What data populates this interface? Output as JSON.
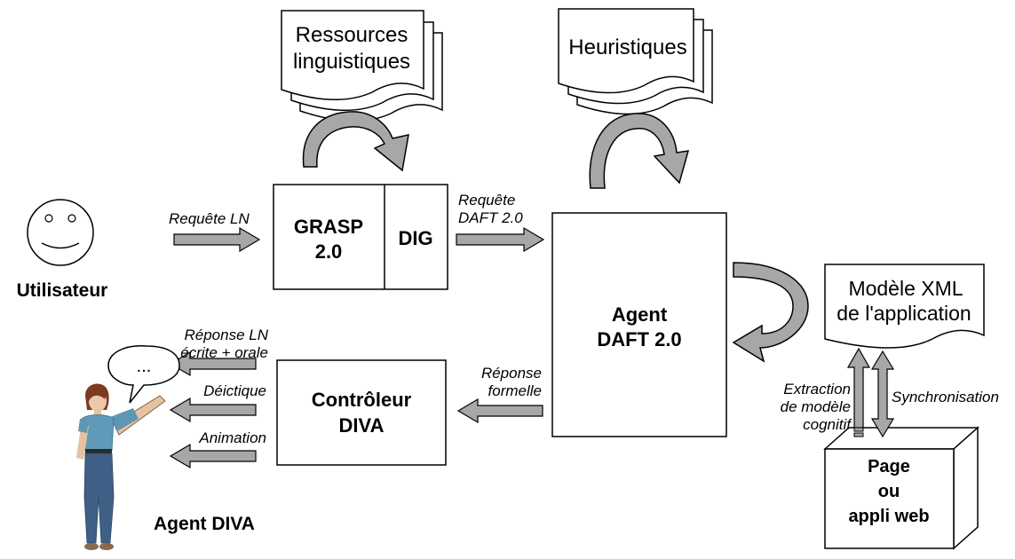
{
  "docs": {
    "ressources": [
      "Ressources",
      "linguistiques"
    ],
    "heuristiques": "Heuristiques",
    "modele": [
      "Modèle XML",
      "de l'application"
    ]
  },
  "grasp": [
    "GRASP",
    "2.0"
  ],
  "dig": "DIG",
  "agent_daft": [
    "Agent",
    "DAFT 2.0"
  ],
  "controleur": [
    "Contrôleur",
    "DIVA"
  ],
  "page": [
    "Page",
    "ou",
    "appli web"
  ],
  "utilisateur": "Utilisateur",
  "agent_diva": "Agent DIVA",
  "speech": "...",
  "labels": {
    "requete_ln": "Requête LN",
    "requete_daft": [
      "Requête",
      "DAFT 2.0"
    ],
    "reponse_formelle": [
      "Réponse",
      "formelle"
    ],
    "reponse_ln": [
      "Réponse LN",
      "écrite + orale"
    ],
    "deictique": "Déictique",
    "animation": "Animation",
    "extraction": [
      "Extraction",
      "de modèle",
      "cognitif"
    ],
    "synchronisation": "Synchronisation"
  }
}
